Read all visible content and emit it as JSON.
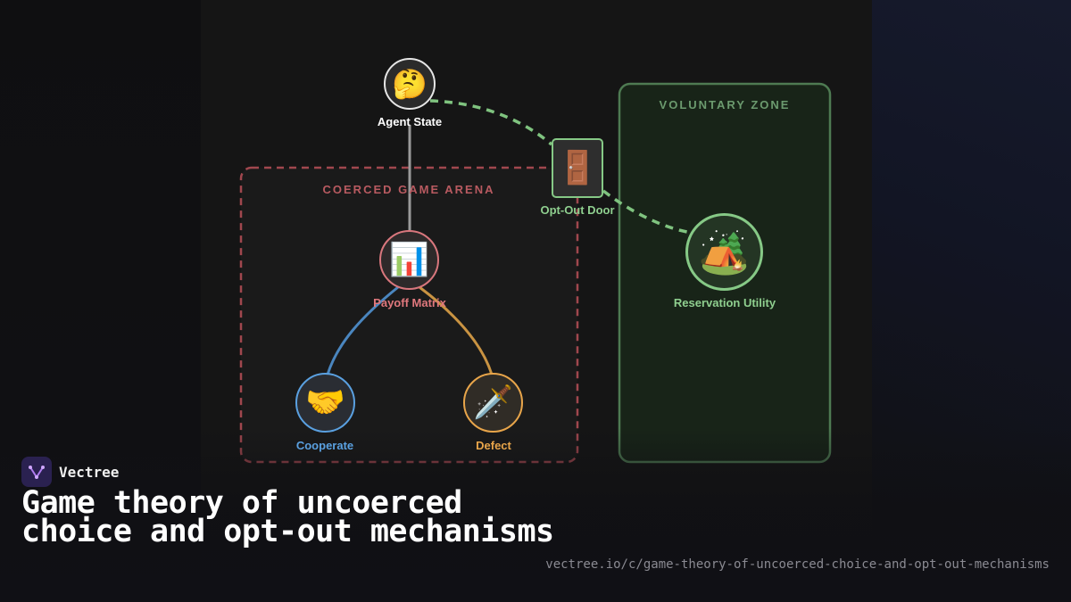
{
  "diagram": {
    "coerced_zone": {
      "title": "COERCED GAME ARENA",
      "color": "#c0555c"
    },
    "voluntary_zone": {
      "title": "VOLUNTARY ZONE",
      "color": "#5d9a62"
    },
    "nodes": {
      "agent_state": {
        "label": "Agent State",
        "icon": "thinking-face-icon",
        "glyph": "🤔"
      },
      "opt_out_door": {
        "label": "Opt-Out Door",
        "icon": "door-icon",
        "glyph": "🚪"
      },
      "payoff_matrix": {
        "label": "Payoff Matrix",
        "icon": "bar-chart-icon",
        "glyph": "📊"
      },
      "reservation_utility": {
        "label": "Reservation Utility",
        "icon": "camping-tent-icon",
        "glyph": "🏕️"
      },
      "cooperate": {
        "label": "Cooperate",
        "icon": "handshake-icon",
        "glyph": "🤝"
      },
      "defect": {
        "label": "Defect",
        "icon": "dagger-icon",
        "glyph": "🗡️"
      }
    },
    "colors": {
      "agent_border": "#e6e6e6",
      "payoff_border": "#d9777d",
      "payoff_label": "#e0787d",
      "cooperate": "#5aa0e0",
      "defect": "#e8a54a",
      "voluntary_green": "#86c986",
      "door_label": "#8fcf8f"
    }
  },
  "brand": {
    "name": "Vectree"
  },
  "headline": "Game theory of uncoerced choice and opt-out mechanisms",
  "url": "vectree.io/c/game-theory-of-uncoerced-choice-and-opt-out-mechanisms"
}
